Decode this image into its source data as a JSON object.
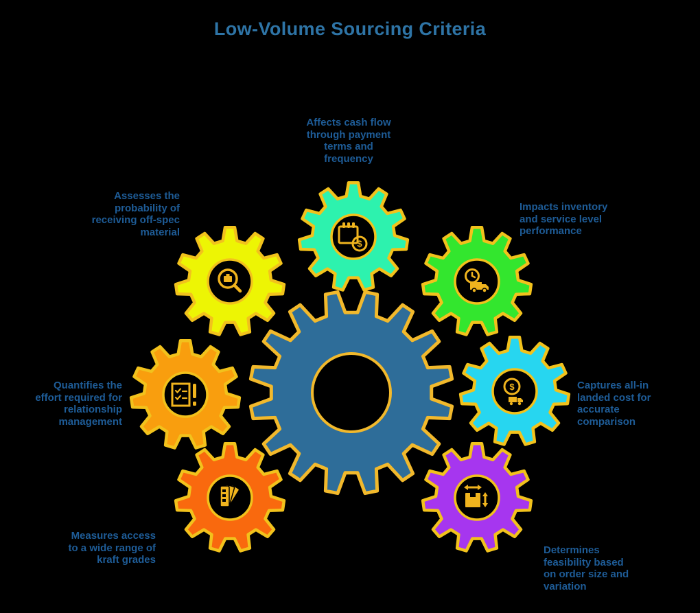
{
  "title": "Low-Volume Sourcing Criteria",
  "colors": {
    "background": "#000000",
    "title": "#2E74A6",
    "label": "#1E5C97",
    "gear_outline": "#F2C21C",
    "center_gear_fill": "#2E6D99",
    "center_gear_outline": "#F2B92C",
    "icon": "#F0B41E"
  },
  "center_gear": {
    "name": "central-gear"
  },
  "items": [
    {
      "id": "payment",
      "label": "Affects cash flow\nthrough payment\nterms and\nfrequency",
      "color": "#2DF2AE",
      "icon": "calendar-dollar-icon",
      "icon_glyph": "$"
    },
    {
      "id": "inventory",
      "label": "Impacts inventory\nand service level\nperformance",
      "color": "#33E62E",
      "icon": "clock-truck-icon"
    },
    {
      "id": "landed-cost",
      "label": "Captures all-in\nlanded cost for\naccurate\ncomparison",
      "color": "#27D6F0",
      "icon": "coin-truck-icon",
      "icon_glyph": "$"
    },
    {
      "id": "order-size",
      "label": "Determines\nfeasibility based\non order size and\nvariation",
      "color": "#A636EF",
      "icon": "box-dimensions-icon"
    },
    {
      "id": "kraft-grades",
      "label": "Measures access\nto a wide range of\nkraft grades",
      "color": "#F9690E",
      "icon": "swatch-fan-icon"
    },
    {
      "id": "relationship",
      "label": "Quantifies the\neffort required for\nrelationship\nmanagement",
      "color": "#F99E0E",
      "icon": "checklist-alert-icon"
    },
    {
      "id": "off-spec",
      "label": "Assesses the\nprobability of\nreceiving off-spec\nmaterial",
      "color": "#EDF504",
      "icon": "magnifier-box-icon"
    }
  ]
}
